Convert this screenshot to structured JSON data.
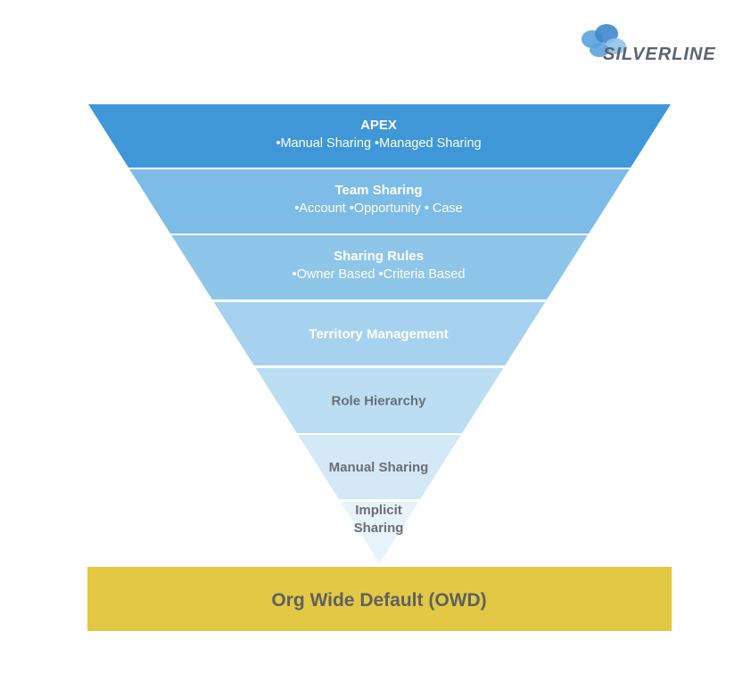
{
  "logo": {
    "text": "SILVERLINE",
    "text_color": "#5a6470",
    "cloud_colors": [
      "#5aa3dc",
      "#3d88cc",
      "#8fc3ea"
    ]
  },
  "layers": [
    {
      "title": "APEX",
      "subtitle": "•Manual Sharing  •Managed Sharing",
      "fill": "#3f97d8",
      "text_color": "#ffffff"
    },
    {
      "title": "Team Sharing",
      "subtitle": "•Account  •Opportunity • Case",
      "fill": "#7cbce7",
      "text_color": "#ffffff"
    },
    {
      "title": "Sharing Rules",
      "subtitle": "•Owner Based •Criteria Based",
      "fill": "#8ec6ea",
      "text_color": "#ffffff"
    },
    {
      "title": "Territory Management",
      "subtitle": "",
      "fill": "#a6d2ef",
      "text_color": "#ffffff"
    },
    {
      "title": "Role Hierarchy",
      "subtitle": "",
      "fill": "#bcdef3",
      "text_color": "#6b6e73"
    },
    {
      "title": "Manual Sharing",
      "subtitle": "",
      "fill": "#d3e9f7",
      "text_color": "#6b6e73"
    },
    {
      "title": "Implicit",
      "subtitle": "Sharing",
      "fill": "#e7f3fb",
      "text_color": "#6b6e73"
    }
  ],
  "base": {
    "label": "Org Wide Default (OWD)",
    "fill": "#e3c943",
    "text_color": "#5f5f63"
  }
}
